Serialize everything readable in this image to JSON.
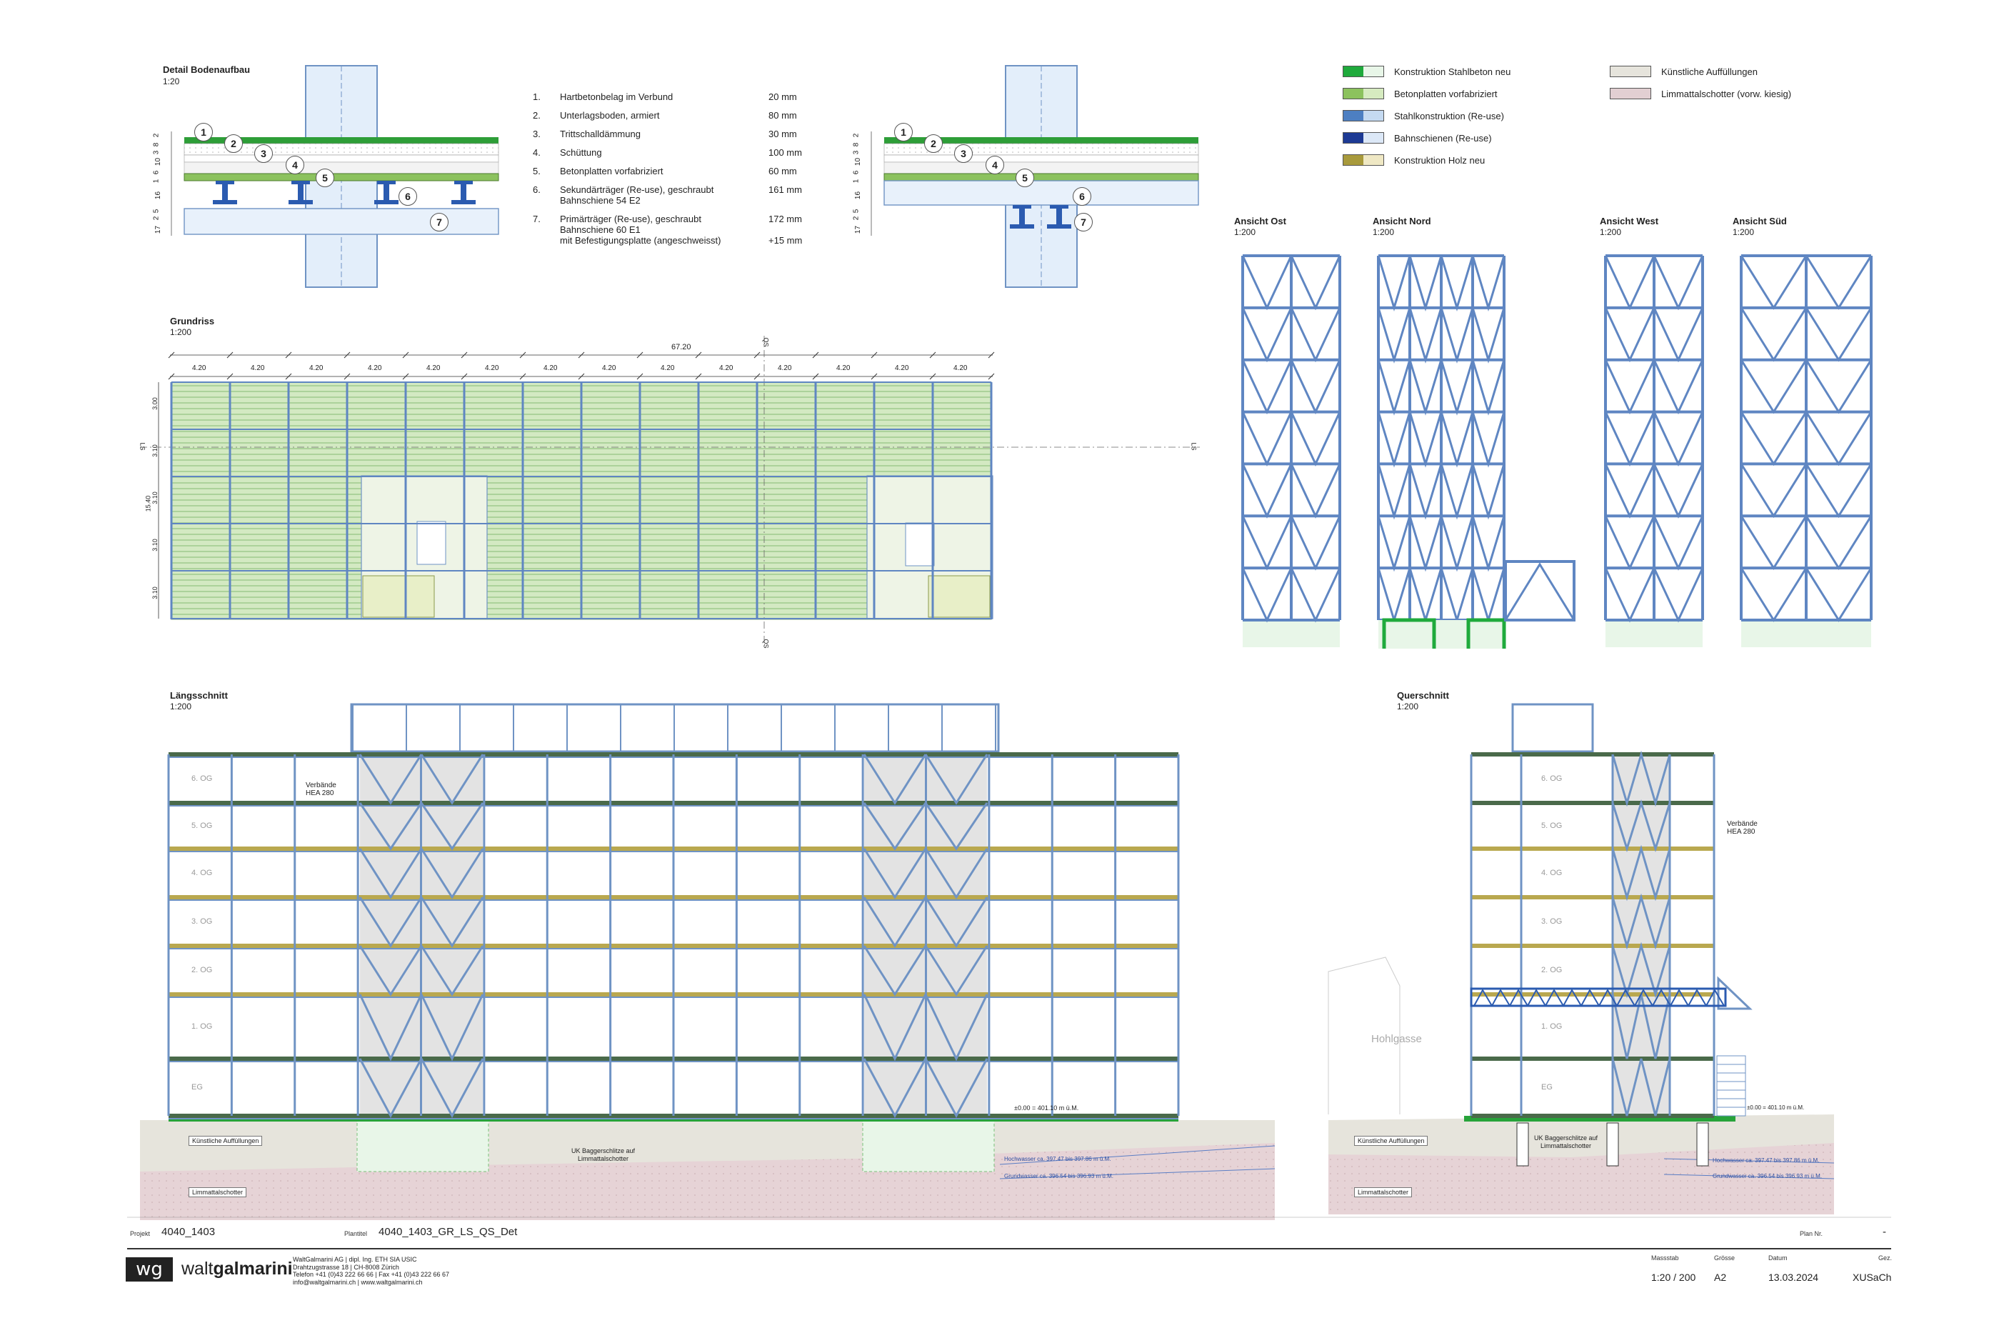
{
  "details": {
    "title": "Detail Bodenaufbau",
    "scale": "1:20",
    "left_dims": [
      "2",
      "8",
      "3",
      "10",
      "6",
      "1",
      "16",
      "5",
      "2",
      "17"
    ],
    "markers": [
      "1",
      "2",
      "3",
      "4",
      "5",
      "6",
      "7"
    ],
    "items": [
      {
        "num": "1.",
        "text": "Hartbetonbelag im Verbund",
        "value": "20 mm"
      },
      {
        "num": "2.",
        "text": "Unterlagsboden, armiert",
        "value": "80 mm"
      },
      {
        "num": "3.",
        "text": "Trittschalldämmung",
        "value": "30 mm"
      },
      {
        "num": "4.",
        "text": "Schüttung",
        "value": "100 mm"
      },
      {
        "num": "5.",
        "text": "Betonplatten vorfabriziert",
        "value": "60 mm"
      },
      {
        "num": "6.",
        "text": "Sekundärträger (Re-use), geschraubt",
        "text2": "Bahnschiene 54 E2",
        "value": "161 mm"
      },
      {
        "num": "7.",
        "text": "Primärträger (Re-use), geschraubt",
        "text2": "Bahnschiene 60 E1",
        "text3": "mit Befestigungsplatte (angeschweisst)",
        "value": "172 mm",
        "value2": "+15 mm"
      }
    ]
  },
  "legend": [
    {
      "label": "Konstruktion Stahlbeton neu",
      "c1": "#1faa3c",
      "c2": "#e8f6e8"
    },
    {
      "label": "Betonplatten vorfabriziert",
      "c1": "#8cc25e",
      "c2": "#d6ebc0"
    },
    {
      "label": "Stahlkonstruktion (Re-use)",
      "c1": "#4d7fc2",
      "c2": "#c5daf1"
    },
    {
      "label": "Bahnschienen (Re-use)",
      "c1": "#1d3a94",
      "c2": "#dce8f7"
    },
    {
      "label": "Konstruktion Holz neu",
      "c1": "#a89a3c",
      "c2": "#efe8c4"
    },
    {
      "label": "Künstliche Auffüllungen",
      "c1": "#e6e4dc",
      "c2": "#e6e4dc"
    },
    {
      "label": "Limmattalschotter (vorw. kiesig)",
      "c1": "#e2cfd2",
      "c2": "#e2cfd2"
    }
  ],
  "elevations": [
    {
      "title": "Ansicht Ost",
      "scale": "1:200"
    },
    {
      "title": "Ansicht Nord",
      "scale": "1:200"
    },
    {
      "title": "Ansicht West",
      "scale": "1:200"
    },
    {
      "title": "Ansicht Süd",
      "scale": "1:200"
    }
  ],
  "plan": {
    "title": "Grundriss",
    "scale": "1:200",
    "total_dim": "67.20",
    "bay_dim": "4.20",
    "bay_count": 14,
    "vertical_dims": [
      "3.00",
      "3.10",
      "3.10",
      "3.10",
      "3.10"
    ],
    "total_vertical": "15.40",
    "qs_label": "QS",
    "ls_label": "LS"
  },
  "longitudinal": {
    "title": "Längsschnitt",
    "scale": "1:200",
    "floors": [
      "6. OG",
      "5. OG",
      "4. OG",
      "3. OG",
      "2. OG",
      "1. OG",
      "EG"
    ],
    "brace_label": "Verbände",
    "brace_profile": "HEA 280",
    "level_label": "±0.00 = 401.10 m ü.M.",
    "fill_label": "Künstliche Auffüllungen",
    "gravel_label": "Limmattalschotter",
    "uk_label": "UK Baggerschlitze auf",
    "uk_label2": "Limmattalschotter",
    "hw_label": "Hochwasser ca. 397.47 bis 397.86 m ü.M.",
    "gw_label": "Grundwasser ca. 396.54 bis 396.93 m ü.M."
  },
  "cross": {
    "title": "Querschnitt",
    "scale": "1:200",
    "floors": [
      "6. OG",
      "5. OG",
      "4. OG",
      "3. OG",
      "2. OG",
      "1. OG",
      "EG"
    ],
    "brace_label": "Verbände",
    "brace_profile": "HEA 280",
    "street": "Hohlgasse",
    "level_label": "±0.00 = 401.10 m ü.M.",
    "fill_label": "Künstliche Auffüllungen",
    "gravel_label": "Limmattalschotter",
    "uk_label": "UK Baggerschlitze auf",
    "uk_label2": "Limmattalschotter",
    "hw_label": "Hochwasser ca. 397.47 bis 397.86 m ü.M.",
    "gw_label": "Grundwasser ca. 396.54 bis 396.93 m ü.M."
  },
  "titleblock": {
    "projekt_label": "Projekt",
    "projekt": "4040_1403",
    "plantitel_label": "Plantitel",
    "plantitel": "4040_1403_GR_LS_QS_Det",
    "plannr_label": "Plan Nr.",
    "plannr": "-",
    "logo_mark": "wg",
    "logo_text_a": "walt",
    "logo_text_b": "galmarini",
    "office1": "WaltGalmarini AG | dipl. Ing. ETH SIA USIC",
    "office2": "Drahtzugstrasse 18 | CH-8008 Zürich",
    "office3": "Telefon +41 (0)43 222 66 66 | Fax +41 (0)43 222 66 67",
    "office4": "info@waltgalmarini.ch | www.waltgalmarini.ch",
    "massstab_label": "Massstab",
    "massstab": "1:20 / 200",
    "groesse_label": "Grösse",
    "groesse": "A2",
    "datum_label": "Datum",
    "datum": "13.03.2024",
    "gez_label": "Gez.",
    "gez": "XUSaCh"
  }
}
